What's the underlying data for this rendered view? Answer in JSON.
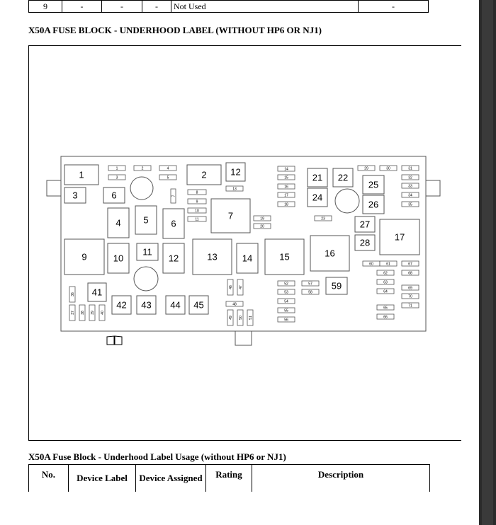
{
  "top_row": {
    "no": "9",
    "device_label": "-",
    "device_assigned": "-",
    "rating": "-",
    "description": "Not Used",
    "extra": "-"
  },
  "figure_title": "X50A FUSE BLOCK - UNDERHOOD LABEL (WITHOUT HP6 OR NJ1)",
  "fuse_block": {
    "large_labels": [
      "1",
      "2",
      "3",
      "4",
      "5",
      "6",
      "6",
      "7",
      "9",
      "10",
      "11",
      "12",
      "12",
      "13",
      "14",
      "15",
      "16",
      "17",
      "21",
      "22",
      "24",
      "25",
      "26",
      "27",
      "28",
      "41",
      "42",
      "43",
      "44",
      "45",
      "59"
    ],
    "small_labels": [
      "1",
      "2",
      "3",
      "4",
      "5",
      "7",
      "8",
      "9",
      "10",
      "11",
      "13",
      "14",
      "15",
      "16",
      "17",
      "18",
      "19",
      "20",
      "23",
      "29",
      "30",
      "31",
      "32",
      "33",
      "34",
      "35",
      "36",
      "37",
      "38",
      "39",
      "40",
      "46",
      "47",
      "48",
      "49",
      "50",
      "51",
      "52",
      "53",
      "54",
      "55",
      "56",
      "57",
      "58",
      "60",
      "61",
      "62",
      "63",
      "64",
      "65",
      "66",
      "67",
      "68",
      "69",
      "70",
      "71"
    ]
  },
  "usage_title": "X50A Fuse Block - Underhood Label Usage (without HP6 or NJ1)",
  "usage_headers": {
    "no": "No.",
    "device_label": "Device Label",
    "device_assigned": "Device Assigned",
    "rating": "Rating",
    "description": "Description"
  }
}
